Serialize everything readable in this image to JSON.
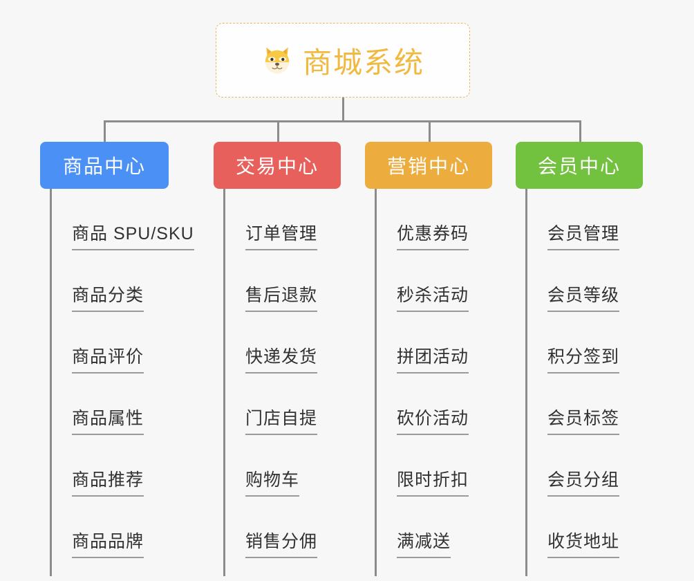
{
  "canvas": {
    "background": "#f7f7f7",
    "connector_color": "#8c8c8c"
  },
  "root": {
    "title": "商城系统",
    "icon": "shiba-inu-dog-emoji",
    "text_color": "#f0b93f",
    "border_color": "#e8b962",
    "background": "#fefefe"
  },
  "branches": [
    {
      "label": "商品中心",
      "color": "#4a90f5",
      "items": [
        "商品 SPU/SKU",
        "商品分类",
        "商品评价",
        "商品属性",
        "商品推荐",
        "商品品牌"
      ]
    },
    {
      "label": "交易中心",
      "color": "#e7605c",
      "items": [
        "订单管理",
        "售后退款",
        "快递发货",
        "门店自提",
        "购物车",
        "销售分佣"
      ]
    },
    {
      "label": "营销中心",
      "color": "#edad3e",
      "items": [
        "优惠券码",
        "秒杀活动",
        "拼团活动",
        "砍价活动",
        "限时折扣",
        "满减送"
      ]
    },
    {
      "label": "会员中心",
      "color": "#72c13f",
      "items": [
        "会员管理",
        "会员等级",
        "积分签到",
        "会员标签",
        "会员分组",
        "收货地址"
      ]
    }
  ]
}
